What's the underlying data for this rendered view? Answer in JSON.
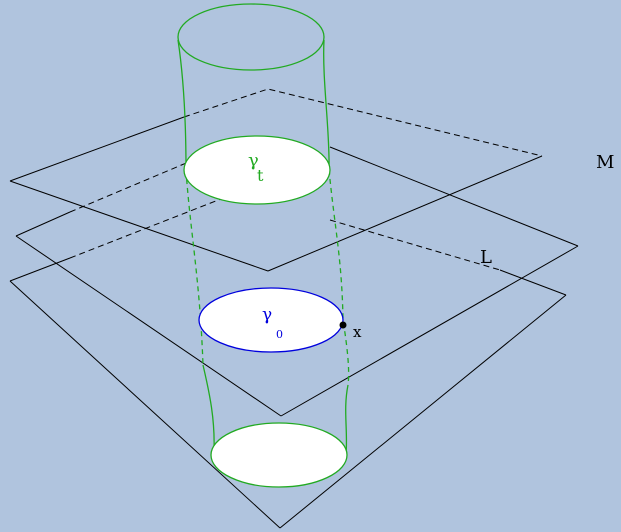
{
  "labels": {
    "plane_m": "M",
    "plane_l": "L",
    "curve_t_symbol": "γ",
    "curve_t_subscript": "t",
    "curve_0_symbol": "γ",
    "curve_0_subscript": "0",
    "point_x": "x"
  },
  "colors": {
    "background": "#b0c4de",
    "planes": "#000000",
    "tube": "#22aa22",
    "gamma_t": "#22aa22",
    "gamma_0": "#0000dd",
    "disk_fill": "#ffffff"
  }
}
